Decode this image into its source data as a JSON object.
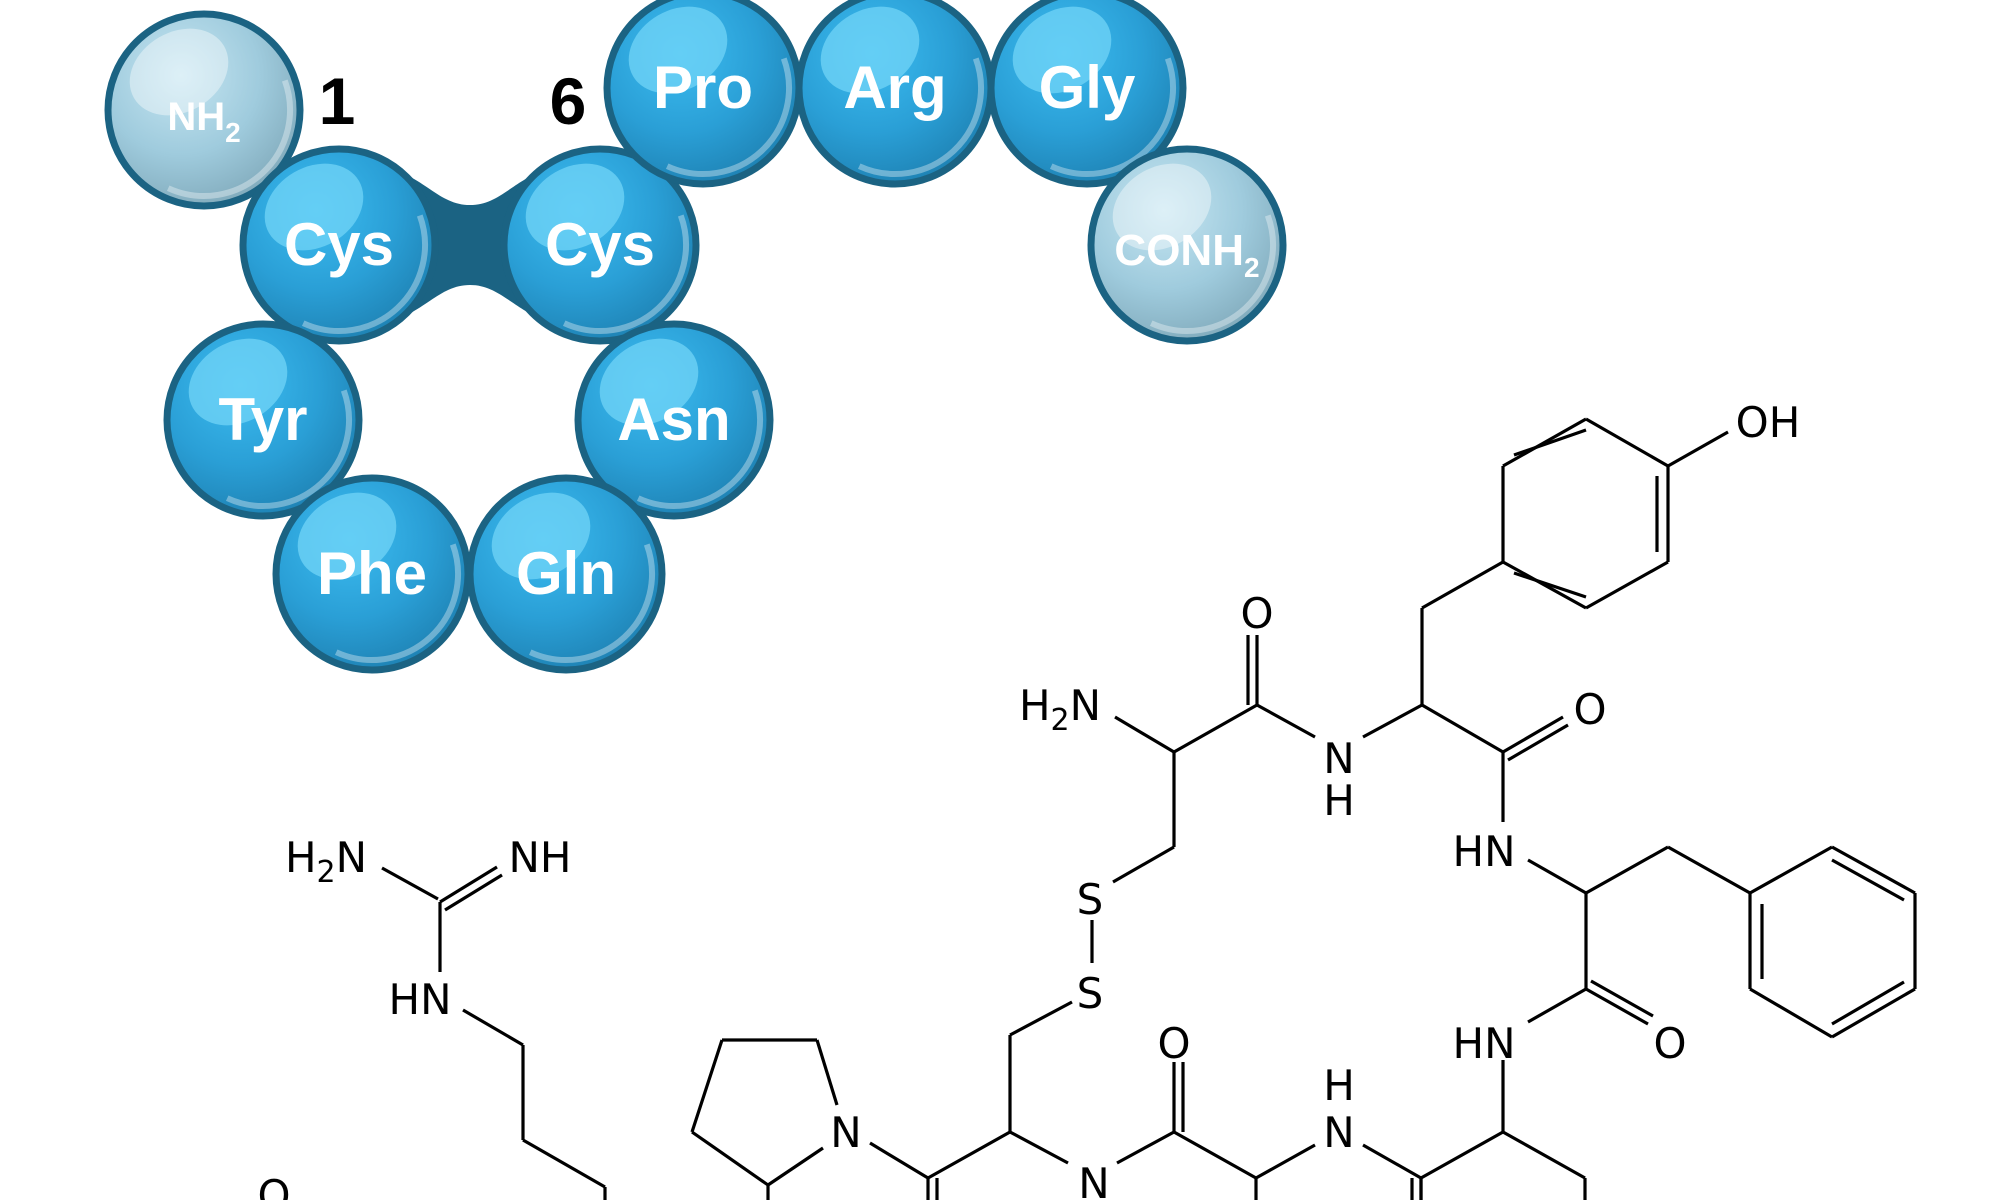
{
  "figure": {
    "title": "Vasopressin (Arg-vasopressin) peptide",
    "colors": {
      "residue_fill": "#2a9fd6",
      "residue_highlight": "#72d4f7",
      "terminal_fill": "#9fcbdd",
      "outline": "#1b6383",
      "disulfide_bridge": "#1b6383",
      "label_text": "#ffffff",
      "structure_line": "#000000"
    }
  },
  "sequence_model": {
    "position_labels": [
      {
        "id": "pos-1",
        "text": "1"
      },
      {
        "id": "pos-6",
        "text": "6"
      }
    ],
    "balls": [
      {
        "id": "n-terminus",
        "label": "NH",
        "sub": "2",
        "kind": "terminal"
      },
      {
        "id": "cys-1",
        "label": "Cys",
        "kind": "residue"
      },
      {
        "id": "cys-6",
        "label": "Cys",
        "kind": "residue"
      },
      {
        "id": "pro-7",
        "label": "Pro",
        "kind": "residue"
      },
      {
        "id": "arg-8",
        "label": "Arg",
        "kind": "residue"
      },
      {
        "id": "gly-9",
        "label": "Gly",
        "kind": "residue"
      },
      {
        "id": "c-terminus",
        "label": "CONH",
        "sub": "2",
        "kind": "terminal"
      },
      {
        "id": "tyr-2",
        "label": "Tyr",
        "kind": "residue"
      },
      {
        "id": "asn-5",
        "label": "Asn",
        "kind": "residue"
      },
      {
        "id": "phe-3",
        "label": "Phe",
        "kind": "residue"
      },
      {
        "id": "gln-4",
        "label": "Gln",
        "kind": "residue"
      }
    ],
    "bridge": {
      "from": "cys-1",
      "to": "cys-6",
      "meaning": "disulfide bond"
    }
  },
  "structure": {
    "atom_labels": {
      "h2n_top": {
        "main": "H",
        "sub": "2",
        "tail": "N"
      },
      "o1": "O",
      "nh1_n": "N",
      "nh1_h": "H",
      "o2": "O",
      "oh": "OH",
      "hn2": "HN",
      "hn3": "HN",
      "o3": "O",
      "s1": "S",
      "s2": "S",
      "o4": "O",
      "n_amide": "N",
      "nh4_h": "H",
      "nh4_n": "N",
      "n_pro": "N",
      "h2n_arg": {
        "main": "H",
        "sub": "2",
        "tail": "N"
      },
      "nh_arg": "NH",
      "hn_arg": "HN",
      "o_bottom_left": "O"
    }
  }
}
